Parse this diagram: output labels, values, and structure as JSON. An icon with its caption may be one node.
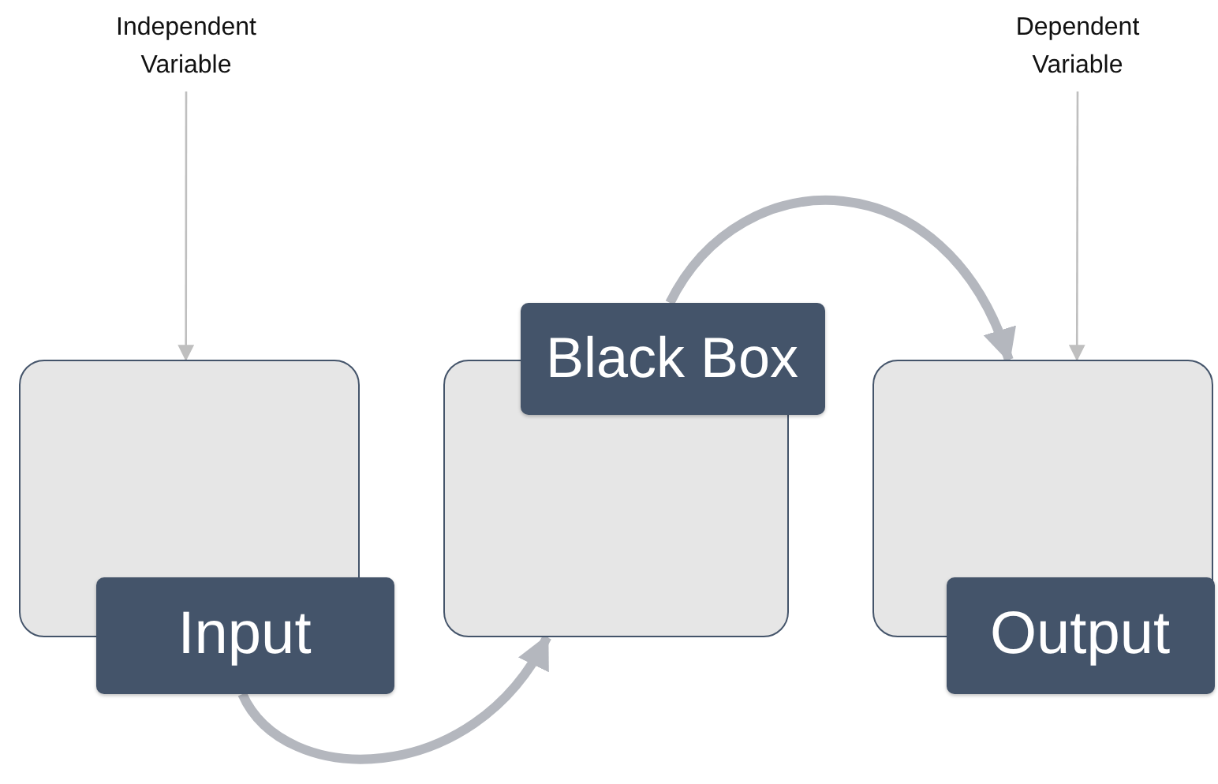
{
  "diagram": {
    "nodes": [
      {
        "text": [
          "Independent Variable"
        ]
      },
      {
        "text": [],
        "shape": "box"
      },
      {
        "text": [
          "Input"
        ]
      },
      {
        "text": [],
        "shape": "box"
      },
      {
        "text": [
          "Black Box"
        ]
      },
      {
        "text": [],
        "shape": "box"
      },
      {
        "text": [
          "Output"
        ]
      },
      {
        "text": [
          "Dependent Variable"
        ]
      }
    ],
    "edges": [
      {
        "from": 0,
        "to": 1,
        "arrow": "to"
      },
      {
        "from": 2,
        "to": 3,
        "arrow": "to",
        "style": "thick"
      },
      {
        "from": 4,
        "to": 5,
        "arrow": "to",
        "style": "thick"
      },
      {
        "from": 7,
        "to": 5,
        "arrow": "to"
      }
    ]
  }
}
